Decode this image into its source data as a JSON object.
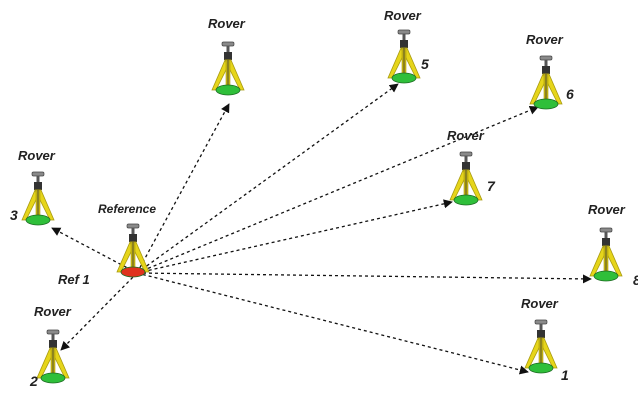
{
  "reference": {
    "label": "Reference",
    "id_label": "Ref 1",
    "base_color": "#e0321e"
  },
  "rovers": [
    {
      "id": "rover-top-left",
      "label": "Rover",
      "number": ""
    },
    {
      "id": "rover-5",
      "label": "Rover",
      "number": "5"
    },
    {
      "id": "rover-6",
      "label": "Rover",
      "number": "6"
    },
    {
      "id": "rover-3",
      "label": "Rover",
      "number": "3"
    },
    {
      "id": "rover-7",
      "label": "Rover",
      "number": "7"
    },
    {
      "id": "rover-8",
      "label": "Rover",
      "number": "8"
    },
    {
      "id": "rover-2",
      "label": "Rover",
      "number": "2"
    },
    {
      "id": "rover-1",
      "label": "Rover",
      "number": "1"
    }
  ],
  "colors": {
    "tripod_leg": "#e6d51a",
    "tripod_leg_dark": "#a89a10",
    "base": "#2fbf3a",
    "antenna": "#8a8a8a",
    "link": "#111111"
  },
  "icons": [
    "tripod-icon",
    "antenna-icon",
    "arrowhead-icon"
  ]
}
